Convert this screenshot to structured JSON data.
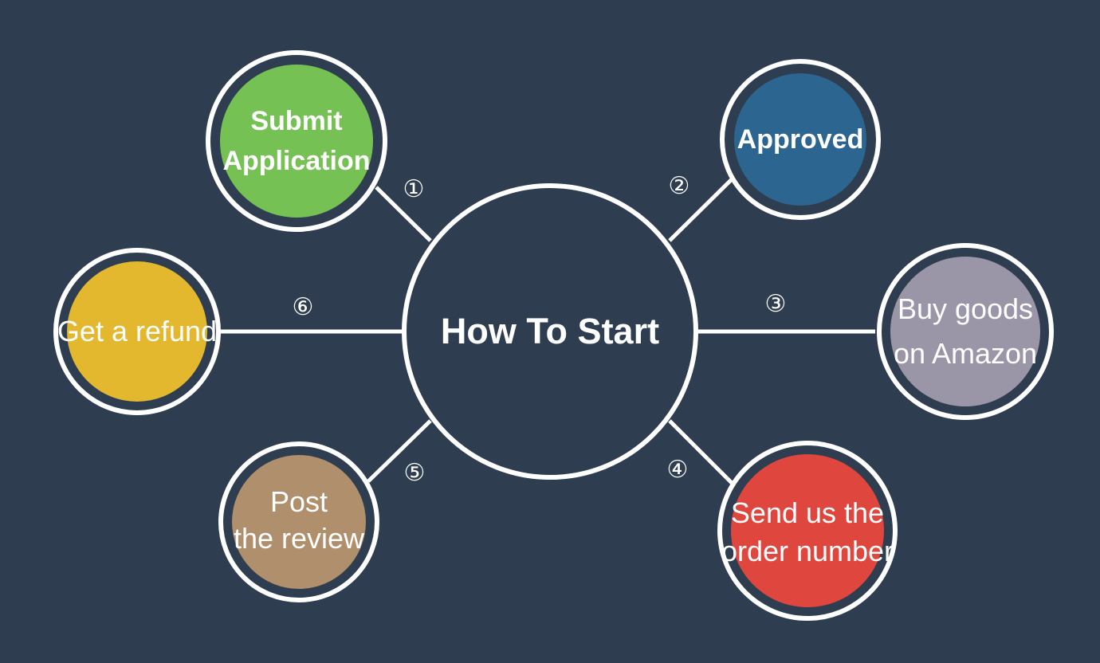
{
  "center": {
    "title": "How To Start"
  },
  "steps": [
    {
      "id": 1,
      "number": "①",
      "lines": [
        "Submit",
        "Application"
      ],
      "color": "#76c153"
    },
    {
      "id": 2,
      "number": "②",
      "lines": [
        "Approved"
      ],
      "color": "#2d6591"
    },
    {
      "id": 3,
      "number": "③",
      "lines": [
        "Buy goods",
        "on Amazon"
      ],
      "color": "#9a96a8"
    },
    {
      "id": 4,
      "number": "④",
      "lines": [
        "Send us the",
        "order number"
      ],
      "color": "#de463e"
    },
    {
      "id": 5,
      "number": "⑤",
      "lines": [
        "Post",
        "the review"
      ],
      "color": "#b08f6c"
    },
    {
      "id": 6,
      "number": "⑥",
      "lines": [
        "Get a refund"
      ],
      "color": "#e3b72e"
    }
  ],
  "colors": {
    "background": "#2e3d50",
    "ring": "#ffffff",
    "text": "#ffffff"
  }
}
